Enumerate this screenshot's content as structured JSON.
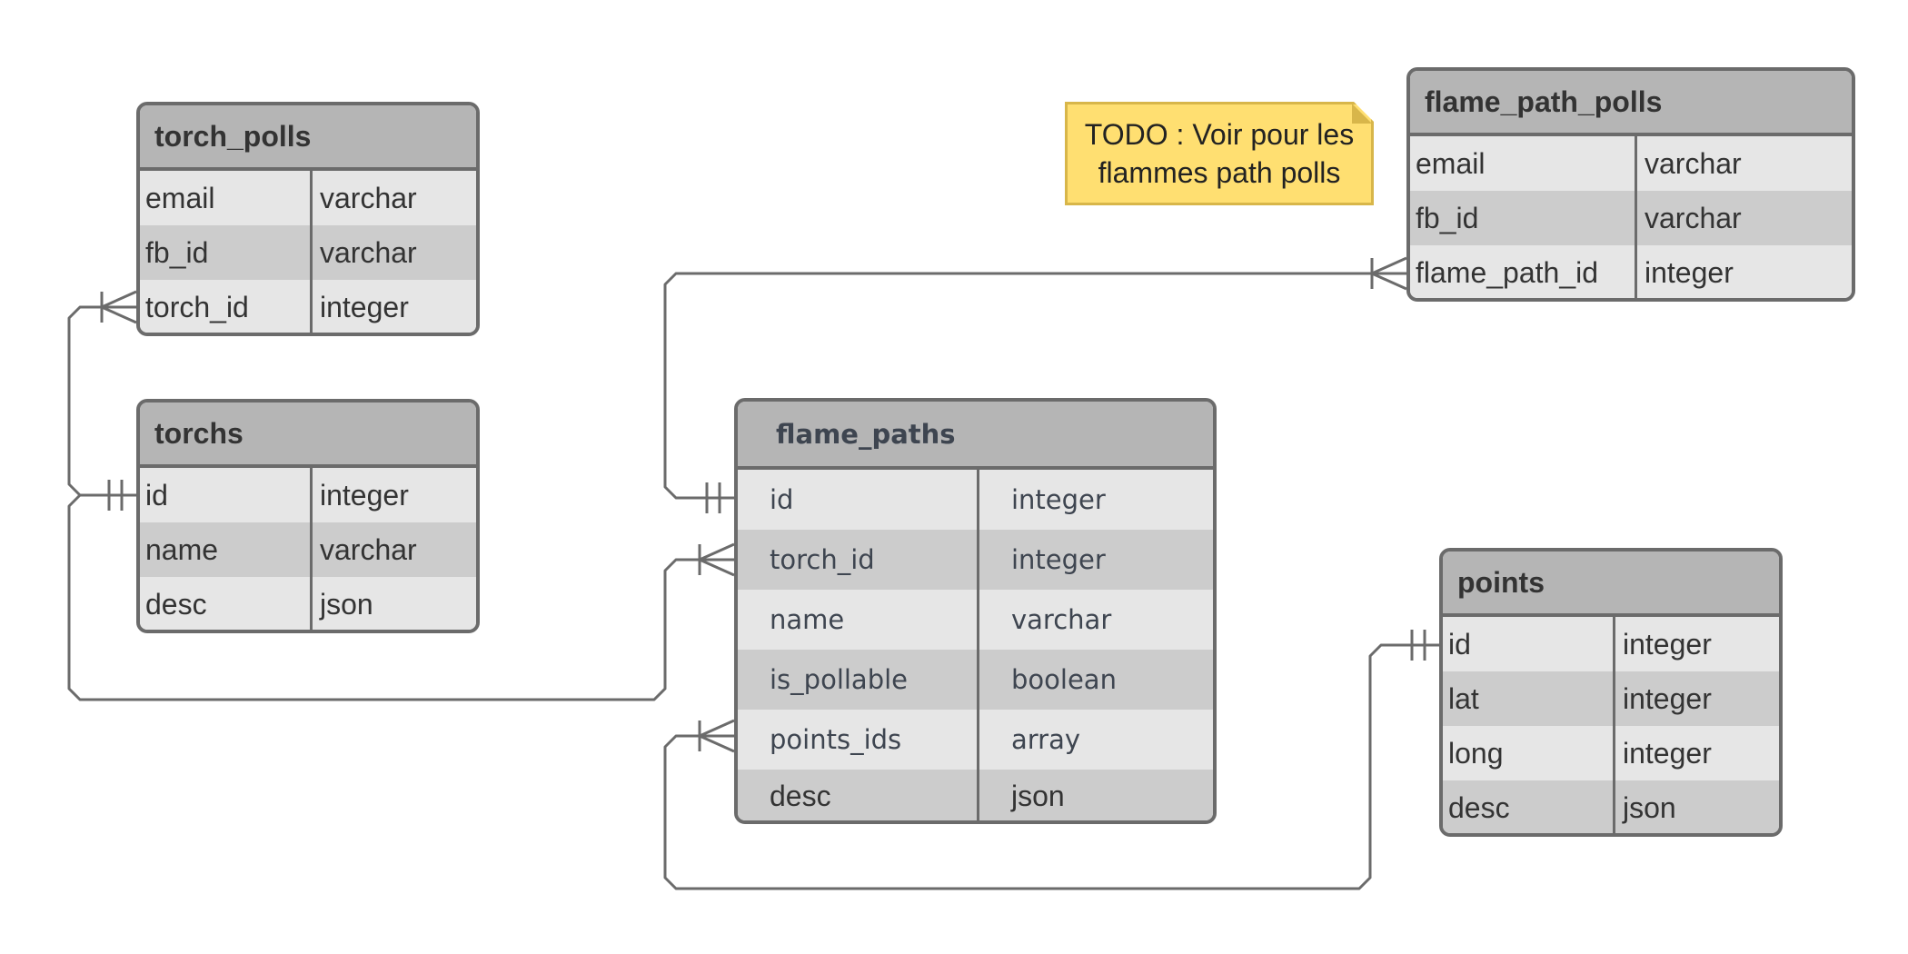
{
  "entities": {
    "torch_polls": {
      "name": "torch_polls",
      "rows": [
        {
          "field": "email",
          "type": "varchar"
        },
        {
          "field": "fb_id",
          "type": "varchar"
        },
        {
          "field": "torch_id",
          "type": "integer"
        }
      ]
    },
    "torchs": {
      "name": "torchs",
      "rows": [
        {
          "field": "id",
          "type": "integer"
        },
        {
          "field": "name",
          "type": "varchar"
        },
        {
          "field": "desc",
          "type": "json"
        }
      ]
    },
    "flame_paths": {
      "name": "flame_paths",
      "rows": [
        {
          "field": "id",
          "type": "integer"
        },
        {
          "field": "torch_id",
          "type": "integer"
        },
        {
          "field": "name",
          "type": "varchar"
        },
        {
          "field": "is_pollable",
          "type": "boolean"
        },
        {
          "field": "points_ids",
          "type": "array"
        },
        {
          "field": "desc",
          "type": "json"
        }
      ]
    },
    "flame_path_polls": {
      "name": "flame_path_polls",
      "rows": [
        {
          "field": "email",
          "type": "varchar"
        },
        {
          "field": "fb_id",
          "type": "varchar"
        },
        {
          "field": "flame_path_id",
          "type": "integer"
        }
      ]
    },
    "points": {
      "name": "points",
      "rows": [
        {
          "field": "id",
          "type": "integer"
        },
        {
          "field": "lat",
          "type": "integer"
        },
        {
          "field": "long",
          "type": "integer"
        },
        {
          "field": "desc",
          "type": "json"
        }
      ]
    }
  },
  "note": {
    "line1": "TODO : Voir pour les",
    "line2": "flammes path polls"
  },
  "relationships": [
    {
      "from": "torchs.id",
      "from_cardinality": "one",
      "to": "torch_polls.torch_id",
      "to_cardinality": "many"
    },
    {
      "from": "torchs.id",
      "from_cardinality": "one",
      "to": "flame_paths.torch_id",
      "to_cardinality": "many"
    },
    {
      "from": "flame_paths.id",
      "from_cardinality": "one",
      "to": "flame_path_polls.flame_path_id",
      "to_cardinality": "many"
    },
    {
      "from": "points.id",
      "from_cardinality": "one",
      "to": "flame_paths.points_ids",
      "to_cardinality": "many"
    }
  ],
  "colors": {
    "header": "#b5b5b5",
    "row_light": "#e6e6e6",
    "row_dark": "#cccccc",
    "border": "#6b6b6b",
    "note_fill": "#ffdf71",
    "note_border": "#d8b64a"
  }
}
